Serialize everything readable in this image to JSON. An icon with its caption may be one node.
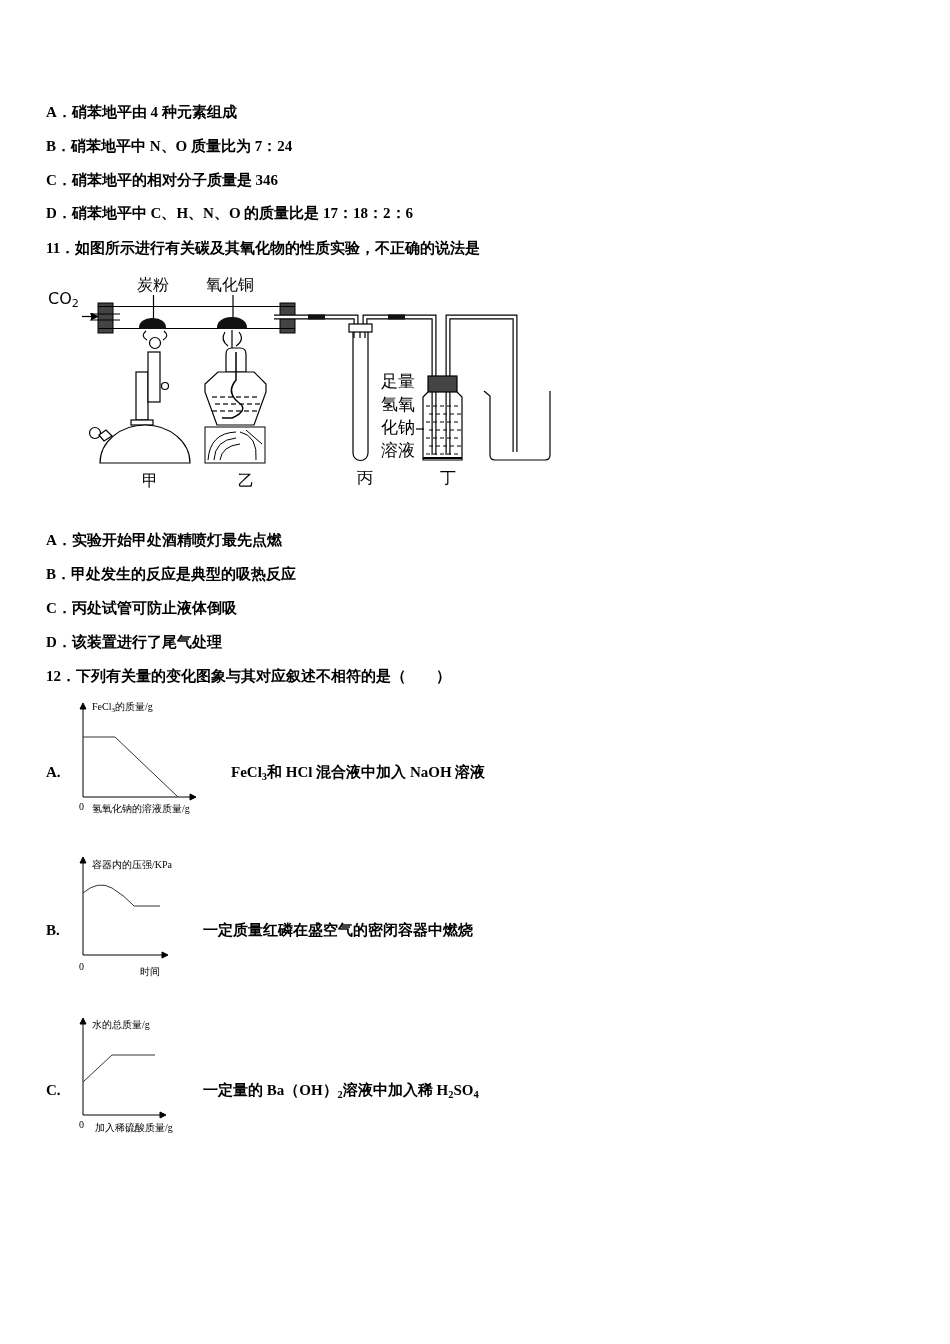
{
  "diagram": {
    "nodes": [
      {
        "text": [
          "CO$_{2}$"
        ]
      },
      {
        "text": [],
        "shape": "box"
      },
      {
        "text": [
          "炭粉"
        ]
      },
      {
        "text": [],
        "shape": "box",
        "in": 1
      },
      {
        "text": [
          "氧化铜"
        ]
      },
      {
        "text": [],
        "shape": "box",
        "in": 1
      },
      {
        "text": [
          "足量氢氧化钠溶液"
        ]
      },
      {
        "text": [],
        "shape": "picture"
      }
    ],
    "edges": [
      {
        "from": 2,
        "to": 3,
        "arrow": "none"
      },
      {
        "from": 4,
        "to": 5,
        "arrow": "none"
      },
      {
        "from": 6,
        "to": 7,
        "arrow": "none"
      },
      {
        "from": 0,
        "to": 1,
        "arrow": "to"
      }
    ],
    "labels": [
      "A．硝苯地平由 4 种元素组成",
      "B．硝苯地平中 N、O 质量比为 7：24",
      "C．硝苯地平的相对分子质量是 346",
      "D．硝苯地平中 C、H、N、O 的质量比是 17：18：2：6",
      "11．如图所示进行有关碳及其氧化物的性质实验，不正确的说法是",
      "甲",
      "乙",
      "丙",
      "丁",
      "A．实验开始甲处酒精喷灯最先点燃",
      "B．甲处发生的反应是典型的吸热反应",
      "C．丙处试管可防止液体倒吸",
      "D．该装置进行了尾气处理",
      "12．下列有关量的变化图象与其对应叙述不相符的是（　　）",
      "FeCl$_{3}$的质量/g",
      "A.",
      "FeCl$_{3}$和 HCl 混合液中加入 NaOH 溶液",
      "0",
      "氢氧化钠的溶液质量/g",
      "容器内的压强/KPa",
      "B.",
      "一定质量红磷在盛空气的密闭容器中燃烧",
      "0",
      "时间",
      "水的总质量/g",
      "C.",
      "一定量的 Ba（OH）$_{2}$溶液中加入稀 H$_{2}$SO$_{4}$",
      "0",
      "加入稀硫酸质量/g"
    ]
  }
}
